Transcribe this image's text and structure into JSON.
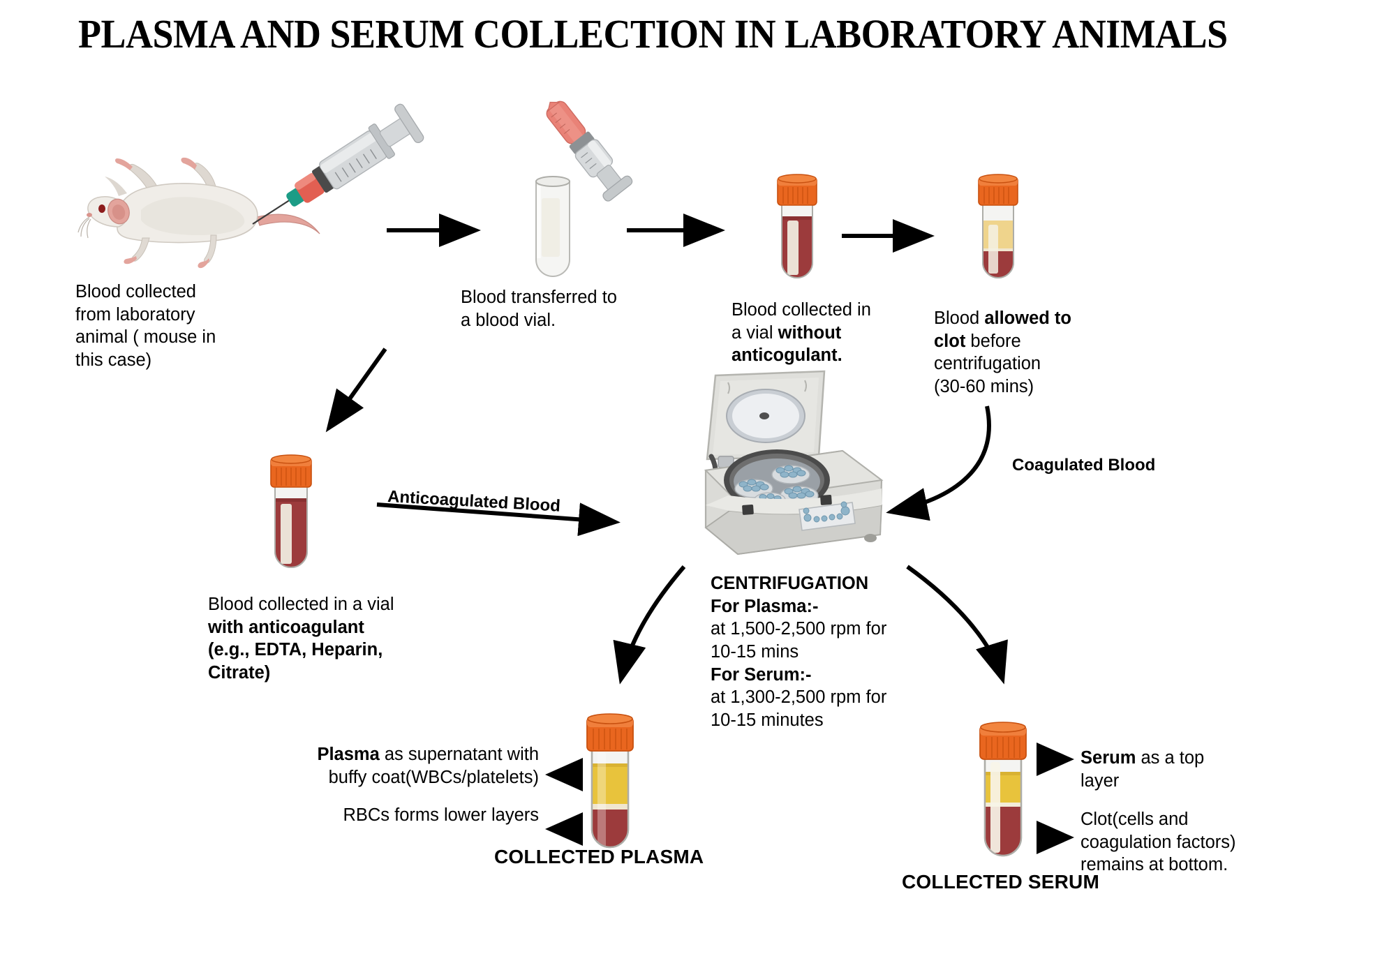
{
  "title": "PLASMA AND SERUM COLLECTION IN LABORATORY ANIMALS",
  "steps": {
    "collection": {
      "line1": "Blood collected",
      "line2": "from laboratory",
      "line3": "animal ( mouse in",
      "line4": "this case)"
    },
    "transfer": {
      "line1": "Blood transferred to",
      "line2": "a blood vial."
    },
    "no_anticoag": {
      "line1_plain": "Blood collected in",
      "line2_plain": "a vial ",
      "line2_bold": "without",
      "line3_bold": "anticogulant."
    },
    "clotting": {
      "line1_plain": "Blood ",
      "line1_bold": "allowed to",
      "line2_bold": "clot",
      "line2_plain": " before",
      "line3": "centrifugation",
      "line4": "(30-60 mins)"
    },
    "with_anticoag": {
      "line1": "Blood collected in a vial",
      "line2_bold": "with anticoagulant",
      "line3_bold": "(e.g., EDTA, Heparin,",
      "line4_bold": "Citrate)"
    }
  },
  "flow_labels": {
    "anticoagulated": "Anticoagulated Blood",
    "coagulated": "Coagulated Blood"
  },
  "centrifugation": {
    "heading": "CENTRIFUGATION",
    "plasma_heading": "For Plasma:-",
    "plasma_line1": "at 1,500-2,500 rpm for",
    "plasma_line2": "10-15 mins",
    "serum_heading": "For Serum:-",
    "serum_line1": "at 1,300-2,500 rpm for",
    "serum_line2": "10-15 minutes"
  },
  "plasma_result": {
    "caption": "COLLECTED PLASMA",
    "top_bold": "Plasma",
    "top_rest": " as supernatant with",
    "top_line2": "buffy coat(WBCs/platelets)",
    "bottom_label": "RBCs forms lower layers"
  },
  "serum_result": {
    "caption": "COLLECTED SERUM",
    "top_bold": "Serum",
    "top_rest": " as a top",
    "top_line2": "layer",
    "bottom_line1": "Clot(cells and",
    "bottom_line2": "coagulation factors)",
    "bottom_line3": "remains at bottom."
  },
  "colors": {
    "cap_orange": "#E9661F",
    "cap_orange_dark": "#C8500F",
    "plasma_yellow": "#E8C33C",
    "serum_yellow": "#EFD48C",
    "blood_red": "#9C3B3C",
    "blood_red_dark": "#7E2F30",
    "glass": "#F2F2F0",
    "buffy": "#F0E6CF",
    "centrifuge_body": "#DCDCD8",
    "arrow_black": "#000000",
    "mouse_body": "#EFECE7",
    "mouse_pink": "#E09A93",
    "syringe_grey": "#C9CCCE",
    "syringe_red": "#E87C72",
    "rotor_blue": "#8FB4C9"
  }
}
